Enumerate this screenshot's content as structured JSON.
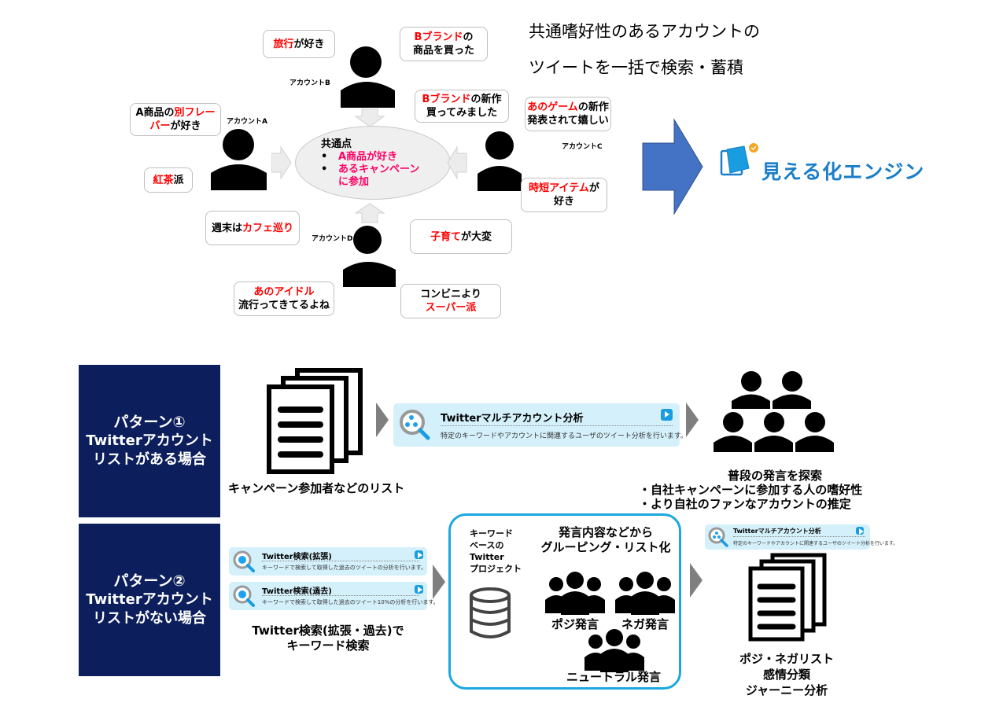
{
  "top_diagram": {
    "headline_lines": [
      "共通嗜好性のあるアカウントの",
      "ツイートを一括で検索・蓄積"
    ],
    "accounts": {
      "a": {
        "label": "アカウントA"
      },
      "b": {
        "label": "アカウントB"
      },
      "c": {
        "label": "アカウントC"
      },
      "d": {
        "label": "アカウントD"
      }
    },
    "bubbles": {
      "b_travel": {
        "red": "旅行",
        "black": "が好き"
      },
      "b_brand": {
        "red": "Bブランド",
        "black1": "の",
        "line2": "商品を買った"
      },
      "a_flavor": {
        "line1_black": "A商品の",
        "line1_red": "別フレー",
        "line2_red": "バー",
        "line2_black": "が好き"
      },
      "a_tea": {
        "red": "紅茶",
        "black": "派"
      },
      "a_cafe": {
        "black": "週末は",
        "red": "カフェ巡り"
      },
      "c_brand": {
        "red": "Bブランド",
        "black": "の新作",
        "line2": "買ってみました"
      },
      "c_game": {
        "red": "あのゲーム",
        "black": "の新作",
        "line2": "発表されて嬉しい"
      },
      "c_item": {
        "red": "時短アイテム",
        "black": "が",
        "line2": "好き"
      },
      "d_child": {
        "red": "子育て",
        "black": "が大変"
      },
      "d_idol": {
        "red": "あのアイドル",
        "line2": "流行ってきてるよね"
      },
      "d_super": {
        "line1": "コンビニより",
        "red": "スーパー派"
      }
    },
    "common": {
      "title": "共通点",
      "bullet": "•",
      "items": [
        "A商品が好き",
        "あるキャンペーン",
        "に参加"
      ]
    },
    "logo_text": "見える化エンジン",
    "colors": {
      "accent_red": "#ff0000",
      "accent_pink": "#ff0066",
      "big_arrow": "#4472c4",
      "logo_blue": "#1a7fc8"
    }
  },
  "pattern1": {
    "box_lines": [
      "パターン①",
      "Twitterアカウント",
      "リストがある場合"
    ],
    "list_caption": "キャンペーン参加者などのリスト",
    "card": {
      "title": "Twitterマルチアカウント分析",
      "desc": "特定のキーワードやアカウントに関連するユーザのツイート分析を行います。"
    },
    "result_lines": [
      "普段の発言を探索",
      "・自社キャンペーンに参加する人の嗜好性",
      "・より自社のファンなアカウントの推定"
    ]
  },
  "pattern2": {
    "box_lines": [
      "パターン②",
      "Twitterアカウント",
      "リストがない場合"
    ],
    "cards": [
      {
        "title": "Twitter検索(拡張)",
        "desc": "キーワードで検索して取得した過去のツイートの分析を行います。"
      },
      {
        "title": "Twitter検索(過去)",
        "desc": "キーワードで検索して取得した過去のツイート10%の分析を行います。"
      }
    ],
    "search_caption": [
      "Twitter検索(拡張・過去)で",
      "キーワード検索"
    ],
    "project_label": [
      "キーワード",
      "ベースの",
      "Twitter",
      "プロジェクト"
    ],
    "grouping_title": [
      "発言内容などから",
      "グルーピング・リスト化"
    ],
    "groups": [
      "ポジ発言",
      "ネガ発言",
      "ニュートラル発言"
    ],
    "result_card": {
      "title": "Twitterマルチアカウント分析",
      "desc": "特定のキーワードやアカウントに関連するユーザのツイート分析を行います。"
    },
    "result_lines": [
      "ポジ・ネガリスト",
      "感情分類",
      "ジャーニー分析"
    ]
  }
}
